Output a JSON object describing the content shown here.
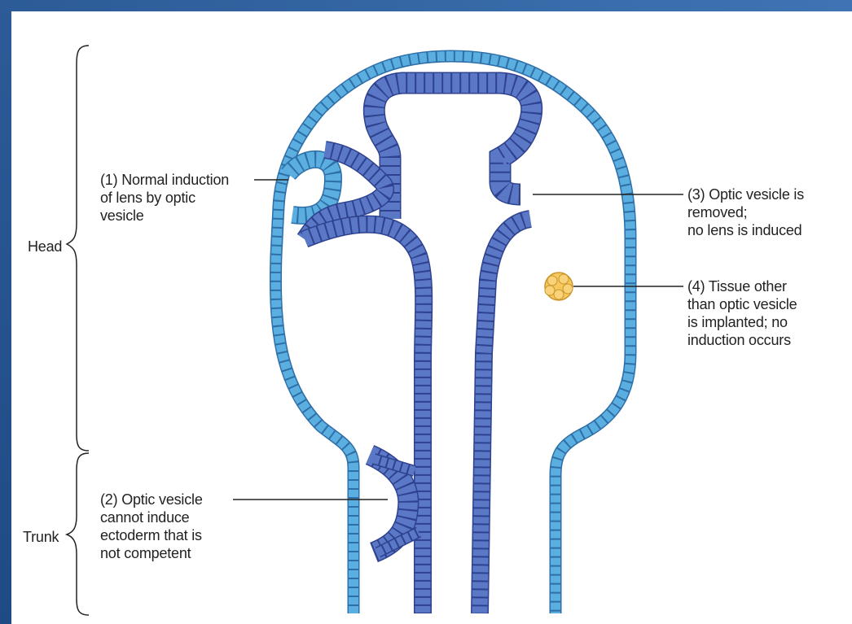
{
  "regions": {
    "head": "Head",
    "trunk": "Trunk"
  },
  "annotations": {
    "normal_induction": "(1) Normal induction\n      of lens by optic\n      vesicle",
    "trunk_vesicle": "(2) Optic vesicle\n      cannot induce\n      ectoderm that is\n      not competent",
    "vesicle_removed": "(3) Optic vesicle is\n      removed;\n      no lens is induced",
    "tissue_implanted": "(4) Tissue other\n      than optic vesicle\n      is implanted; no\n      induction occurs"
  },
  "colors": {
    "ectoderm": "#5aaee0",
    "ectoderm_dark": "#2f6fa8",
    "neural_tube": "#5b78c6",
    "neural_tube_dark": "#2e428f",
    "implant": "#f7c85c",
    "frame": "#2f5f9c"
  }
}
